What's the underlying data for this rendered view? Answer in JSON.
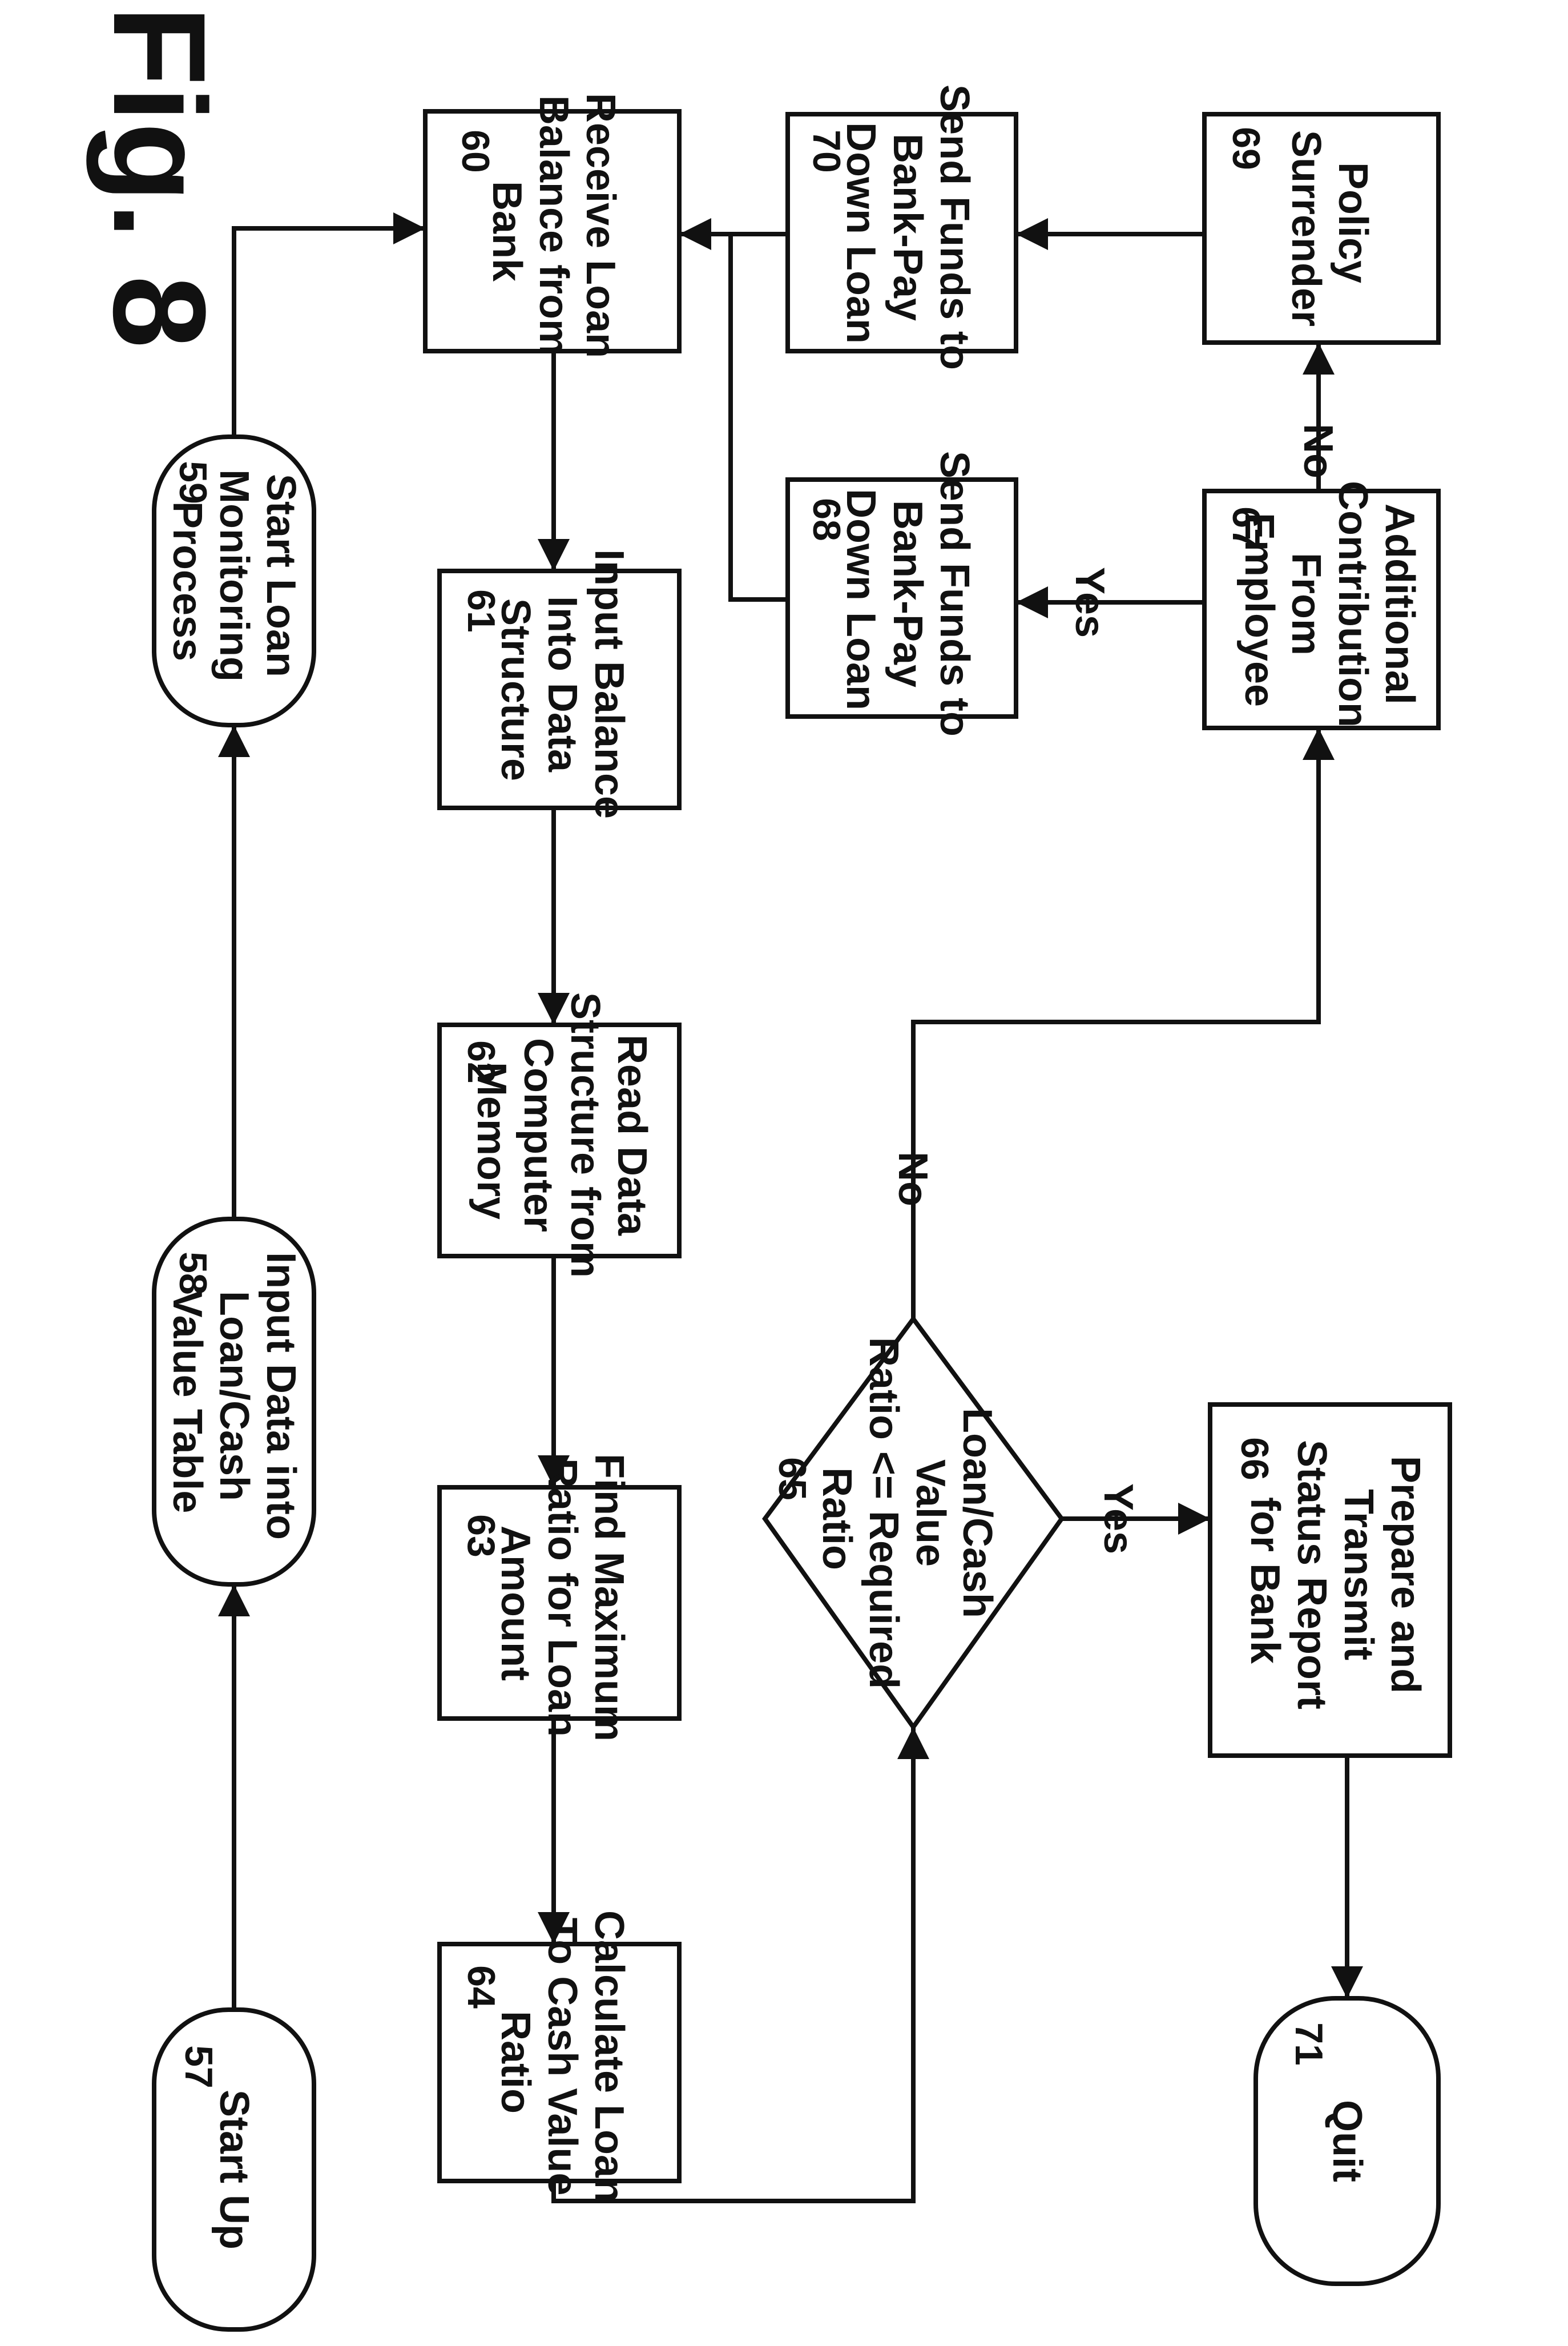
{
  "figure_title": "Fig. 8",
  "nodes": {
    "n57": {
      "num": "57",
      "lines": [
        "Start Up"
      ]
    },
    "n58": {
      "num": "58",
      "lines": [
        "Input Data into",
        "Loan/Cash",
        "Value Table"
      ]
    },
    "n59": {
      "num": "59",
      "lines": [
        "Start Loan",
        "Monitoring",
        "Process"
      ]
    },
    "n60": {
      "num": "60",
      "lines": [
        "Receive Loan",
        "Balance from",
        "Bank"
      ]
    },
    "n61": {
      "num": "61",
      "lines": [
        "Input Balance",
        "Into Data",
        "Structure"
      ]
    },
    "n62": {
      "num": "62",
      "lines": [
        "Read Data",
        "Structure from",
        "Computer",
        "Memory"
      ]
    },
    "n63": {
      "num": "63",
      "lines": [
        "Find Maximum",
        "Ratio for Loan",
        "Amount"
      ]
    },
    "n64": {
      "num": "64",
      "lines": [
        "Calculate Loan",
        "To Cash Value",
        "Ratio"
      ]
    },
    "n65": {
      "num": "65",
      "lines": [
        "Loan/Cash",
        "Value",
        "Ratio <= Required",
        "Ratio"
      ]
    },
    "n66": {
      "num": "66",
      "lines": [
        "Prepare and",
        "Transmit",
        "Status Report",
        "for Bank"
      ]
    },
    "n67": {
      "num": "67",
      "lines": [
        "Additional",
        "Contribution",
        "From",
        "Employee"
      ]
    },
    "n68": {
      "num": "68",
      "lines": [
        "Send Funds to",
        "Bank-Pay",
        "Down Loan"
      ]
    },
    "n69": {
      "num": "69",
      "lines": [
        "Policy",
        "Surrender"
      ]
    },
    "n70": {
      "num": "70",
      "lines": [
        "Send Funds to",
        "Bank-Pay",
        "Down Loan"
      ]
    },
    "n71": {
      "num": "71",
      "lines": [
        "Quit"
      ]
    }
  },
  "edge_labels": {
    "d65_yes": "Yes",
    "d65_no": "No",
    "d67_yes": "Yes",
    "d67_no": "No"
  }
}
